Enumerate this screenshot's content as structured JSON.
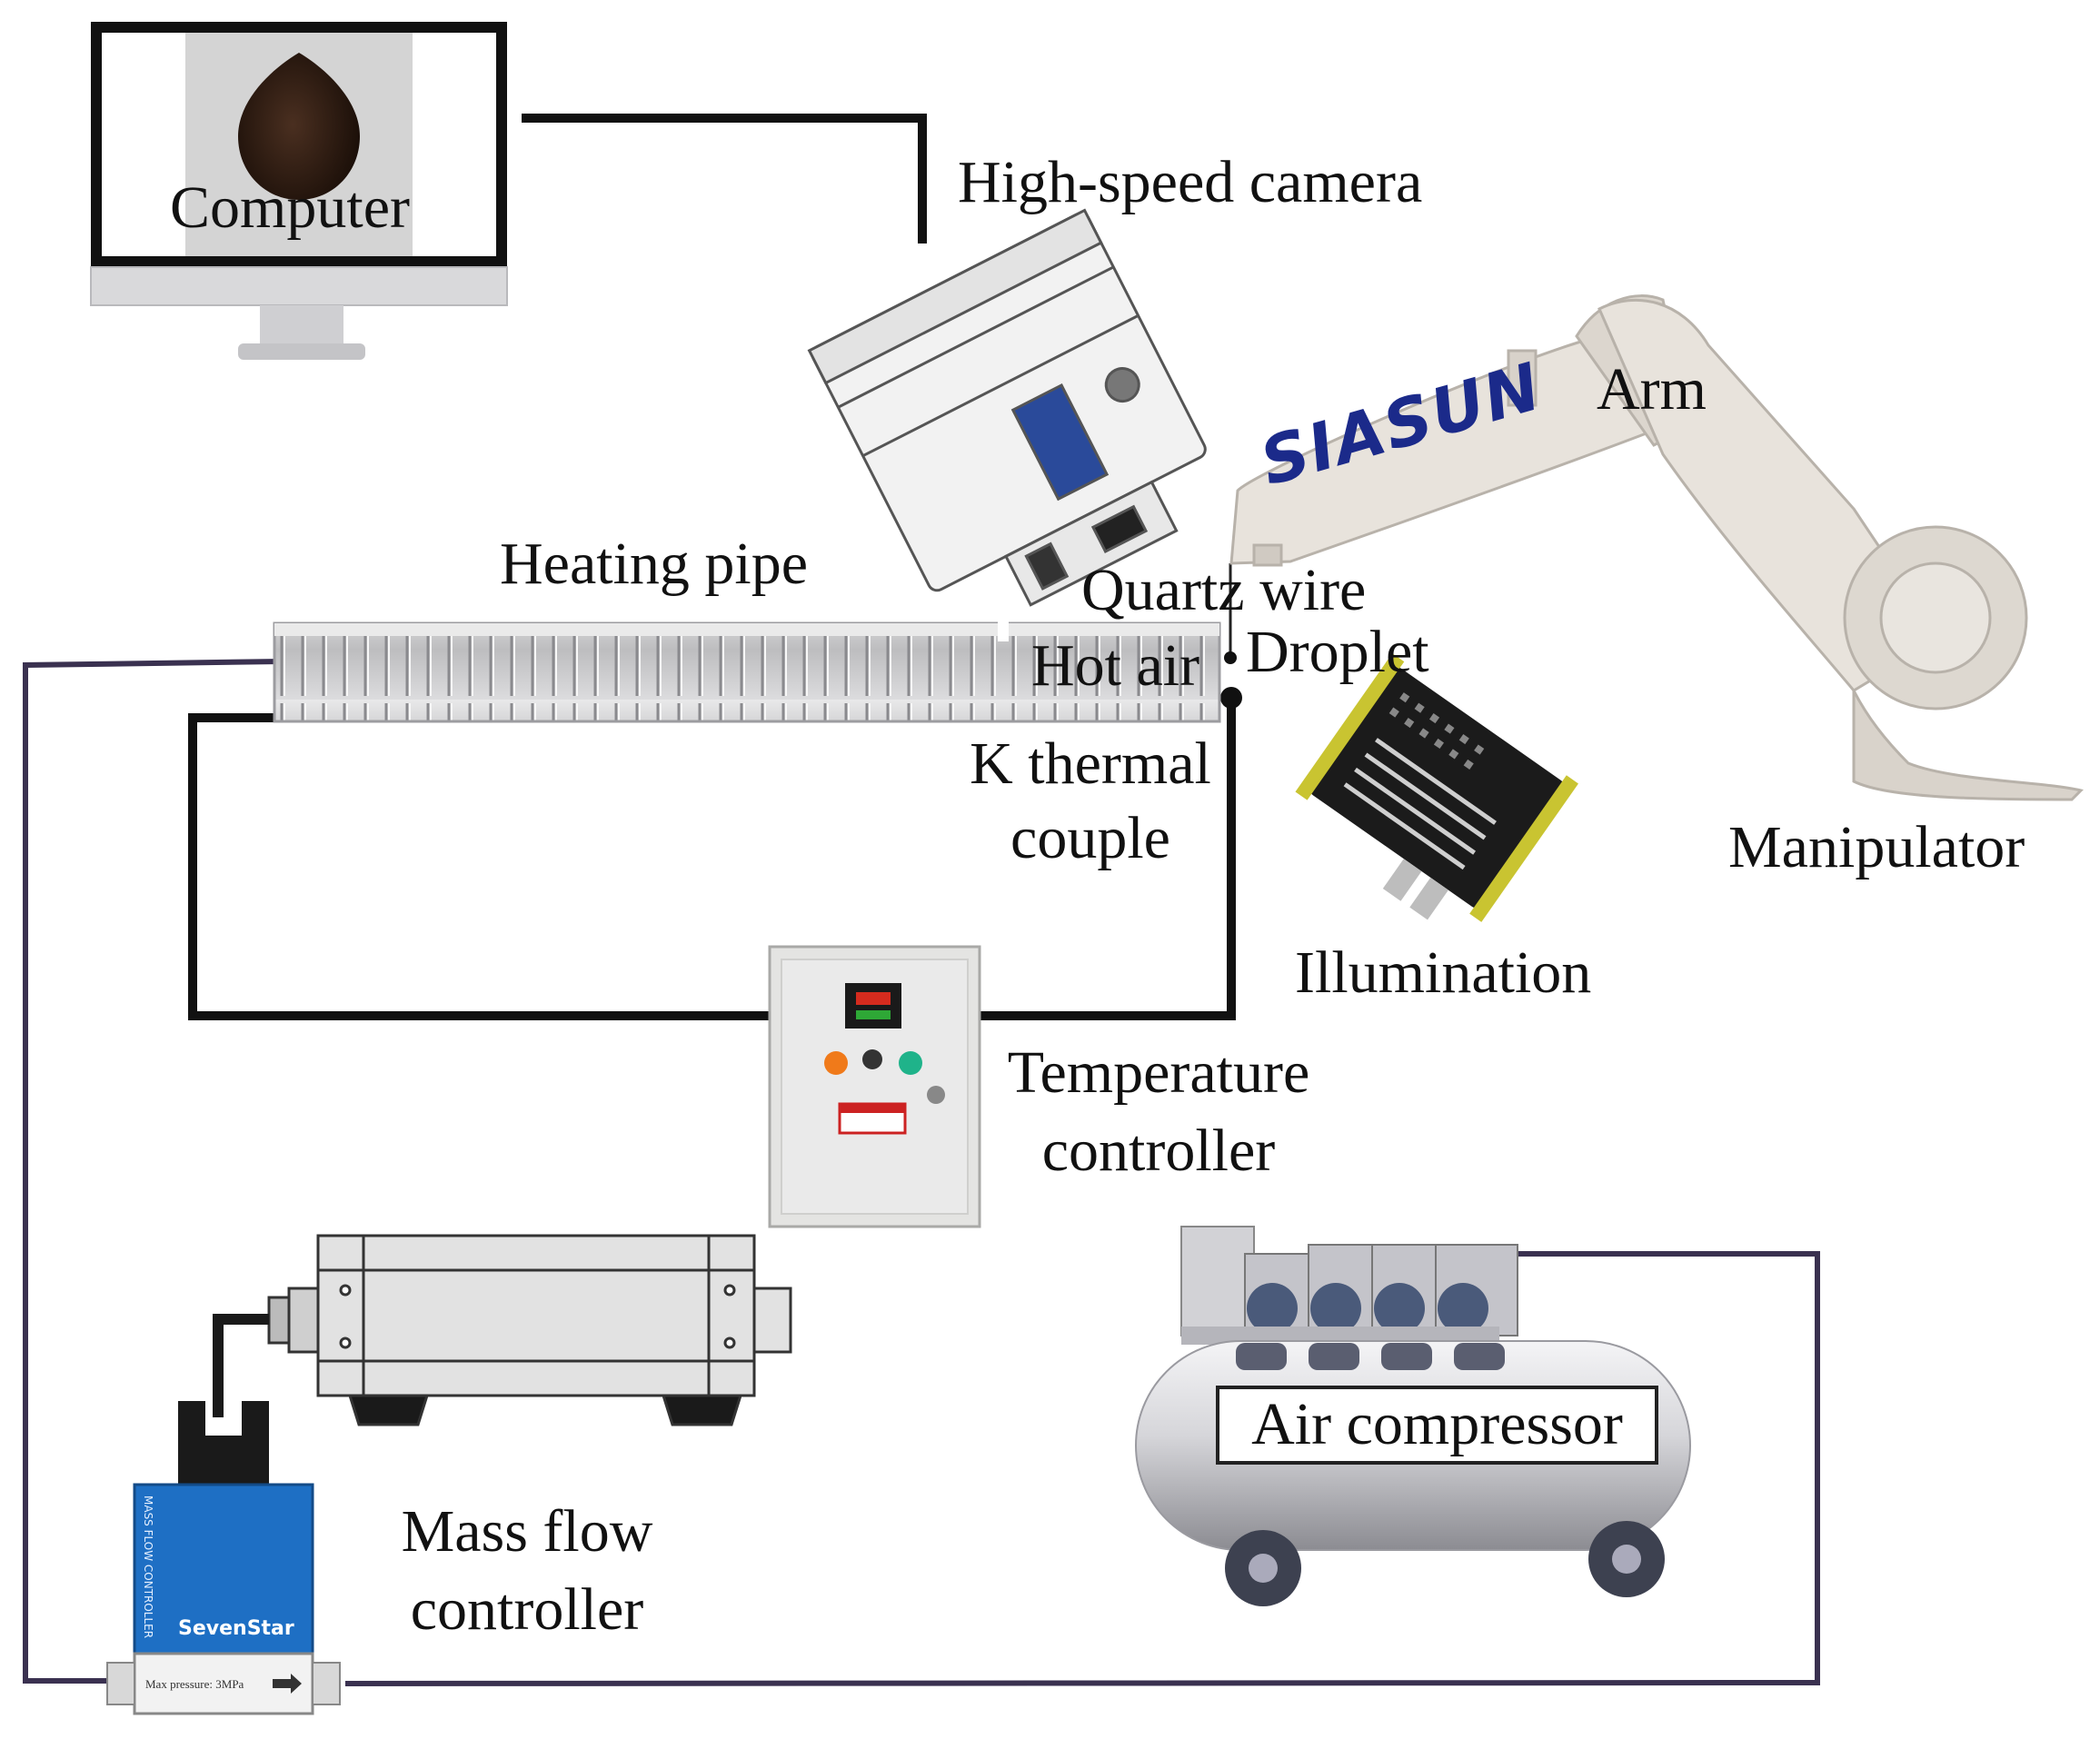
{
  "labels": {
    "computer": "Computer",
    "high_speed_camera": "High-speed camera",
    "arm": "Arm",
    "heating_pipe": "Heating pipe",
    "quartz_wire": "Quartz wire",
    "hot_air": "Hot air",
    "droplet": "Droplet",
    "k_thermal_line1": "K thermal",
    "k_thermal_line2": "couple",
    "manipulator": "Manipulator",
    "illumination": "Illumination",
    "temperature_line1": "Temperature",
    "temperature_line2": "controller",
    "air_compressor": "Air compressor",
    "mass_flow_line1": "Mass flow",
    "mass_flow_line2": "controller"
  },
  "device_text": {
    "robot_brand": "SIASUN",
    "mfc_brand": "SevenStar",
    "mfc_vertical": "MASS FLOW CONTROLLER",
    "mfc_plate": "Max pressure: 3MPa"
  },
  "colors": {
    "signal_wire": "#111111",
    "air_line": "#3a3150",
    "mfc_blue": "#1e6fc4",
    "robot_body": "#e8e3dc",
    "robot_brand": "#1b2a8a"
  }
}
